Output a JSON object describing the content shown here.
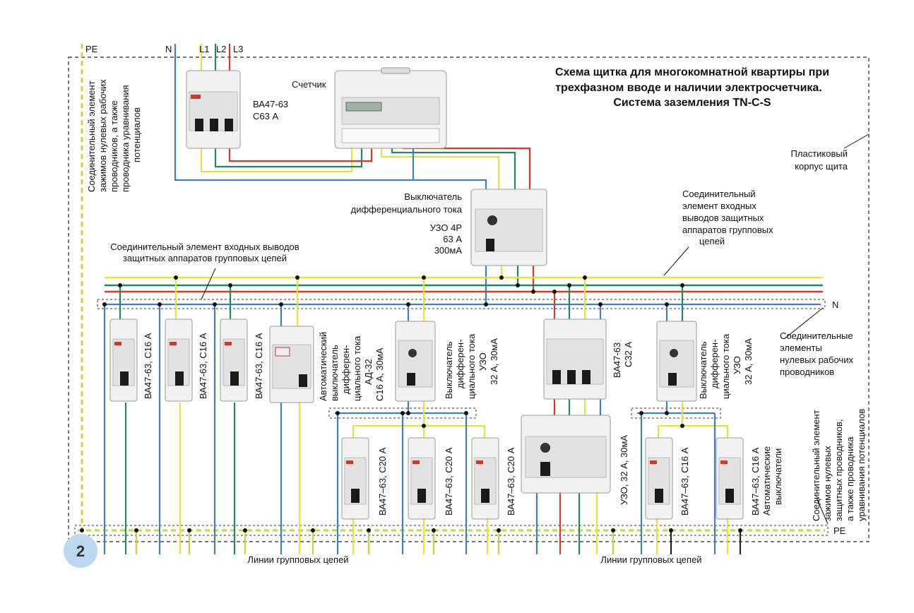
{
  "title": {
    "line1": "Схема щитка для многокомнатной квартиры при",
    "line2": "трехфазном вводе и наличии электросчетчика.",
    "line3": "Система заземления TN-C-S"
  },
  "badge": "2",
  "terminals": {
    "pe_top": "PE",
    "n_top": "N",
    "l1": "L1",
    "l2": "L2",
    "l3": "L3",
    "n_bus": "N",
    "pe_bus": "PE"
  },
  "main_breaker": {
    "line1": "ВА47-63",
    "line2": "С63 А"
  },
  "meter": {
    "label": "Счетчик"
  },
  "rcd_main": {
    "line1": "Выключатель",
    "line2": "дифференциального  тока",
    "line3": "УЗО 4Р",
    "line4": "63 А",
    "line5": "300мА"
  },
  "housing_label": {
    "line1": "Пластиковый",
    "line2": "корпус щита"
  },
  "left_vertical_note": {
    "line1": "Соединительный элемент",
    "line2": "зажимов нулевых рабочих",
    "line3": "проводников, а также",
    "line4": "проводника уравнивания",
    "line5": "потенциалов"
  },
  "bus_note_left": {
    "line1": "Соединительный элемент входных выводов",
    "line2": "защитных аппаратов групповых цепей"
  },
  "bus_note_right": {
    "line1": "Соединительный",
    "line2": "элемент входных",
    "line3": "выводов защитных",
    "line4": "аппаратов групповых",
    "line5": "цепей"
  },
  "neutral_note": {
    "line1": "Соединительные",
    "line2": "элементы",
    "line3": "нулевых рабочих",
    "line4": "проводников"
  },
  "pe_note": {
    "line1": "Соединительный элемент",
    "line2": "зажимов нулевых",
    "line3": "защитных проводников,",
    "line4": "а также проводника",
    "line5": "уравнивания потенциалов"
  },
  "breakers_top": [
    {
      "label": "ВА47-63, С16 А"
    },
    {
      "label": "ВА47-63, С16 А"
    },
    {
      "label": "ВА47-63, С16 А"
    }
  ],
  "difavt": {
    "line1": "Автоматический",
    "line2": "выключатель",
    "line3": "дифферен-",
    "line4": "циального тока",
    "line5": "АД-32",
    "line6": "С16 А, 30мА"
  },
  "rcd_a": {
    "line1": "Выключатель",
    "line2": "дифферен-",
    "line3": "циального тока",
    "line4": "УЗО",
    "line5": "32 А, 30мА"
  },
  "breaker_c32": {
    "line1": "ВА47-63",
    "line2": "С32 А"
  },
  "rcd_b": {
    "line1": "Выключатель",
    "line2": "дифферен-",
    "line3": "циального тока",
    "line4": "УЗО",
    "line5": "32 А, 30мА"
  },
  "rcd_3p": {
    "label": "УЗО, 32 А, 30мА"
  },
  "breakers_c20": [
    {
      "label": "ВА47–63, С20 А"
    },
    {
      "label": "ВА47–63, С20 А"
    },
    {
      "label": "ВА47–63, С20 А"
    }
  ],
  "breakers_c16_right": [
    {
      "label": "ВА47–63, С16 А"
    },
    {
      "line1": "ВА47–63, С16 А",
      "line2": "Автоматические",
      "line3": "выключатели"
    }
  ],
  "group_lines": {
    "left": "Линии групповых цепей",
    "right": "Линии групповых цепей"
  },
  "colors": {
    "blue": "#3f7fbf",
    "yellow": "#e8e23a",
    "red": "#d23a2a",
    "green": "#1f8a5a",
    "pe": "#c9d24a"
  }
}
